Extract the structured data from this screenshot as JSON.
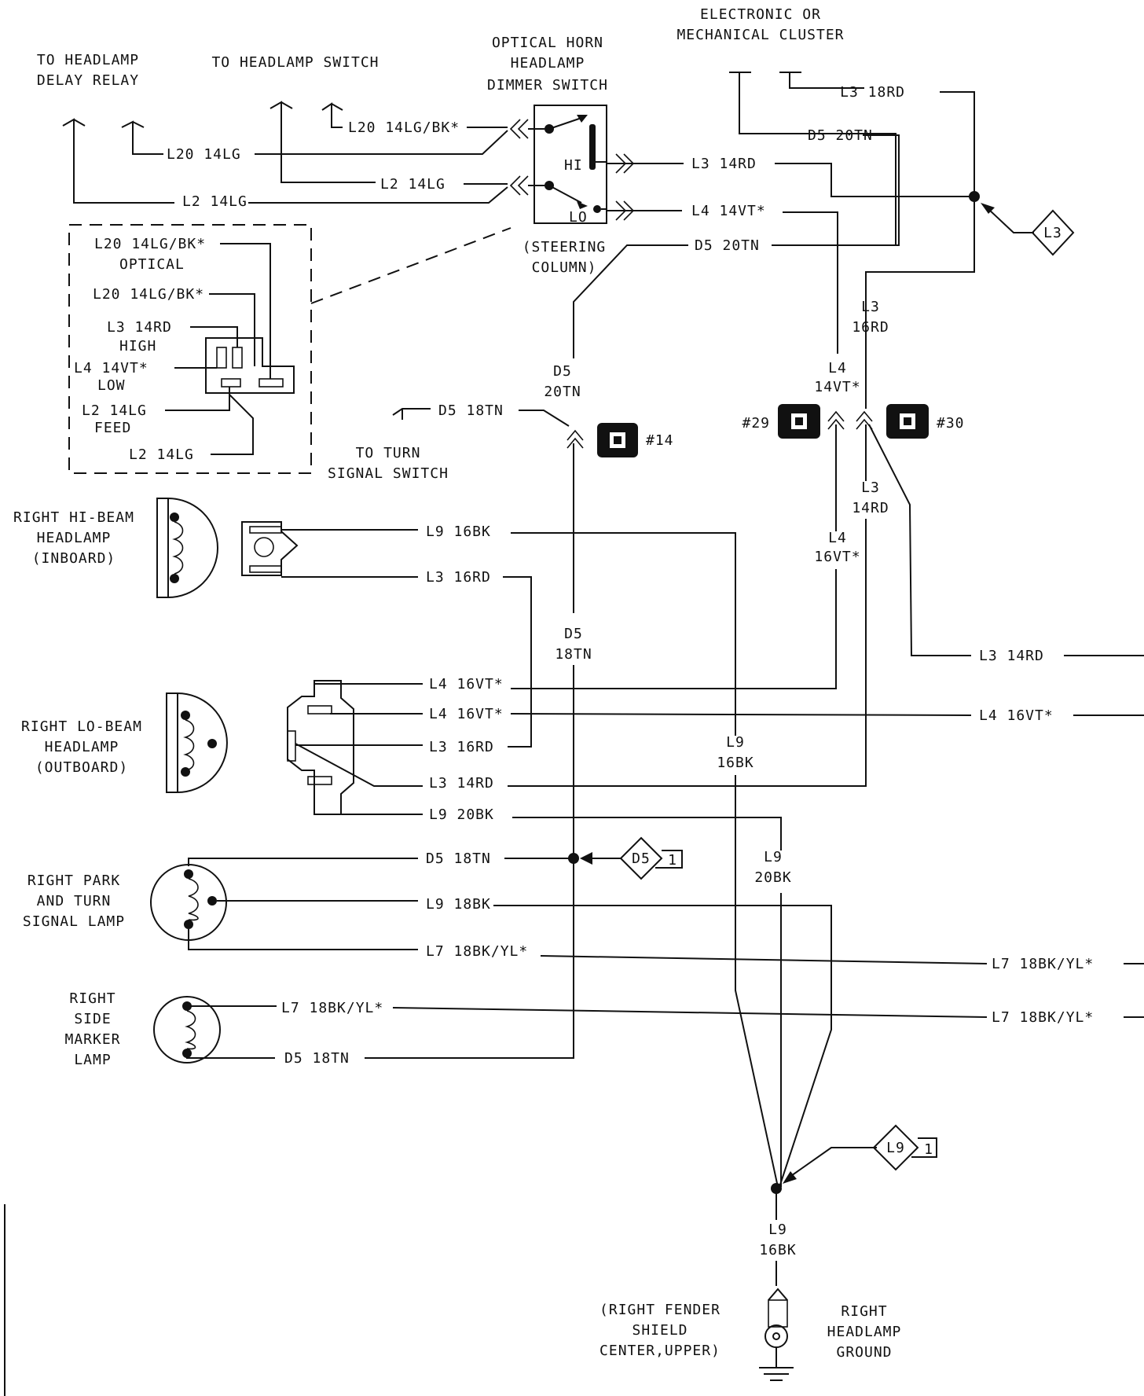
{
  "top": {
    "electronic_cluster": [
      "ELECTRONIC OR",
      "MECHANICAL CLUSTER"
    ],
    "delay_relay": [
      "TO HEADLAMP",
      "DELAY RELAY"
    ],
    "headlamp_switch": "TO HEADLAMP SWITCH",
    "dimmer_switch": [
      "OPTICAL HORN",
      "HEADLAMP",
      "DIMMER SWITCH"
    ],
    "steering_column": [
      "(STEERING",
      "COLUMN)"
    ],
    "hi": "HI",
    "lo": "LO"
  },
  "inset": {
    "l20_optical": "L20 14LG/BK*",
    "optical": "OPTICAL",
    "l20": "L20 14LG/BK*",
    "l3_high": "L3 14RD",
    "high": "HIGH",
    "l4_low": "L4 14VT*",
    "low": "LOW",
    "l2_feed": "L2 14LG",
    "feed": "FEED",
    "l2": "L2 14LG"
  },
  "wires": {
    "l3_18rd": "L3 18RD",
    "d5_20tn_top": "D5 20TN",
    "l20_14lgbk": "L20 14LG/BK*",
    "l20_14lg": "L20 14LG",
    "l3_14rd_hi": "L3 14RD",
    "l2_14lg_sw": "L2 14LG",
    "l2_14lg_relay": "L2 14LG",
    "l4_14vt_lo": "L4 14VT*",
    "d5_20tn_mid": "D5 20TN",
    "l3_16rd_v": [
      "L3",
      "16RD"
    ],
    "d5_20tn_v": [
      "D5",
      "20TN"
    ],
    "l4_14vt_v": [
      "L4",
      "14VT*"
    ],
    "d5_18tn_turn": "D5 18TN",
    "turn_signal": [
      "TO TURN",
      "SIGNAL SWITCH"
    ],
    "l3_14rd_v": [
      "L3",
      "14RD"
    ],
    "l4_16vt_v": [
      "L4",
      "16VT*"
    ],
    "l9_16bk_hi": "L9 16BK",
    "l3_16rd_hi": "L3 16RD",
    "d5_18tn_v": [
      "D5",
      "18TN"
    ],
    "l3_14rd_right": "L3 14RD",
    "l4_16vt_1": "L4 16VT*",
    "l4_16vt_2": "L4 16VT*",
    "l4_16vt_right": "L4 16VT*",
    "l3_16rd_lo": "L3 16RD",
    "l9_16bk_v": [
      "L9",
      "16BK"
    ],
    "l3_14rd_lo": "L3 14RD",
    "l9_20bk": "L9 20BK",
    "d5_18tn_park": "D5 18TN",
    "l9_20bk_v": [
      "L9",
      "20BK"
    ],
    "l9_18bk": "L9 18BK",
    "l7_park": "L7 18BK/YL*",
    "l7_right_1": "L7 18BK/YL*",
    "l7_side": "L7 18BK/YL*",
    "l7_right_2": "L7 18BK/YL*",
    "d5_18tn_side": "D5 18TN",
    "l9_16bk_ground": [
      "L9",
      "16BK"
    ]
  },
  "connectors": {
    "c14": "#14",
    "c29": "#29",
    "c30": "#30"
  },
  "splices": {
    "l3": "L3",
    "d5": "D5",
    "d5_num": "1",
    "l9": "L9",
    "l9_num": "1"
  },
  "lamps": {
    "hi_beam": [
      "RIGHT HI-BEAM",
      "HEADLAMP",
      "(INBOARD)"
    ],
    "lo_beam": [
      "RIGHT LO-BEAM",
      "HEADLAMP",
      "(OUTBOARD)"
    ],
    "park_turn": [
      "RIGHT PARK",
      "AND TURN",
      "SIGNAL LAMP"
    ],
    "side_marker": [
      "RIGHT",
      "SIDE",
      "MARKER",
      "LAMP"
    ]
  },
  "ground": {
    "location": [
      "(RIGHT FENDER",
      "SHIELD",
      "CENTER,UPPER)"
    ],
    "name": [
      "RIGHT",
      "HEADLAMP",
      "GROUND"
    ]
  }
}
